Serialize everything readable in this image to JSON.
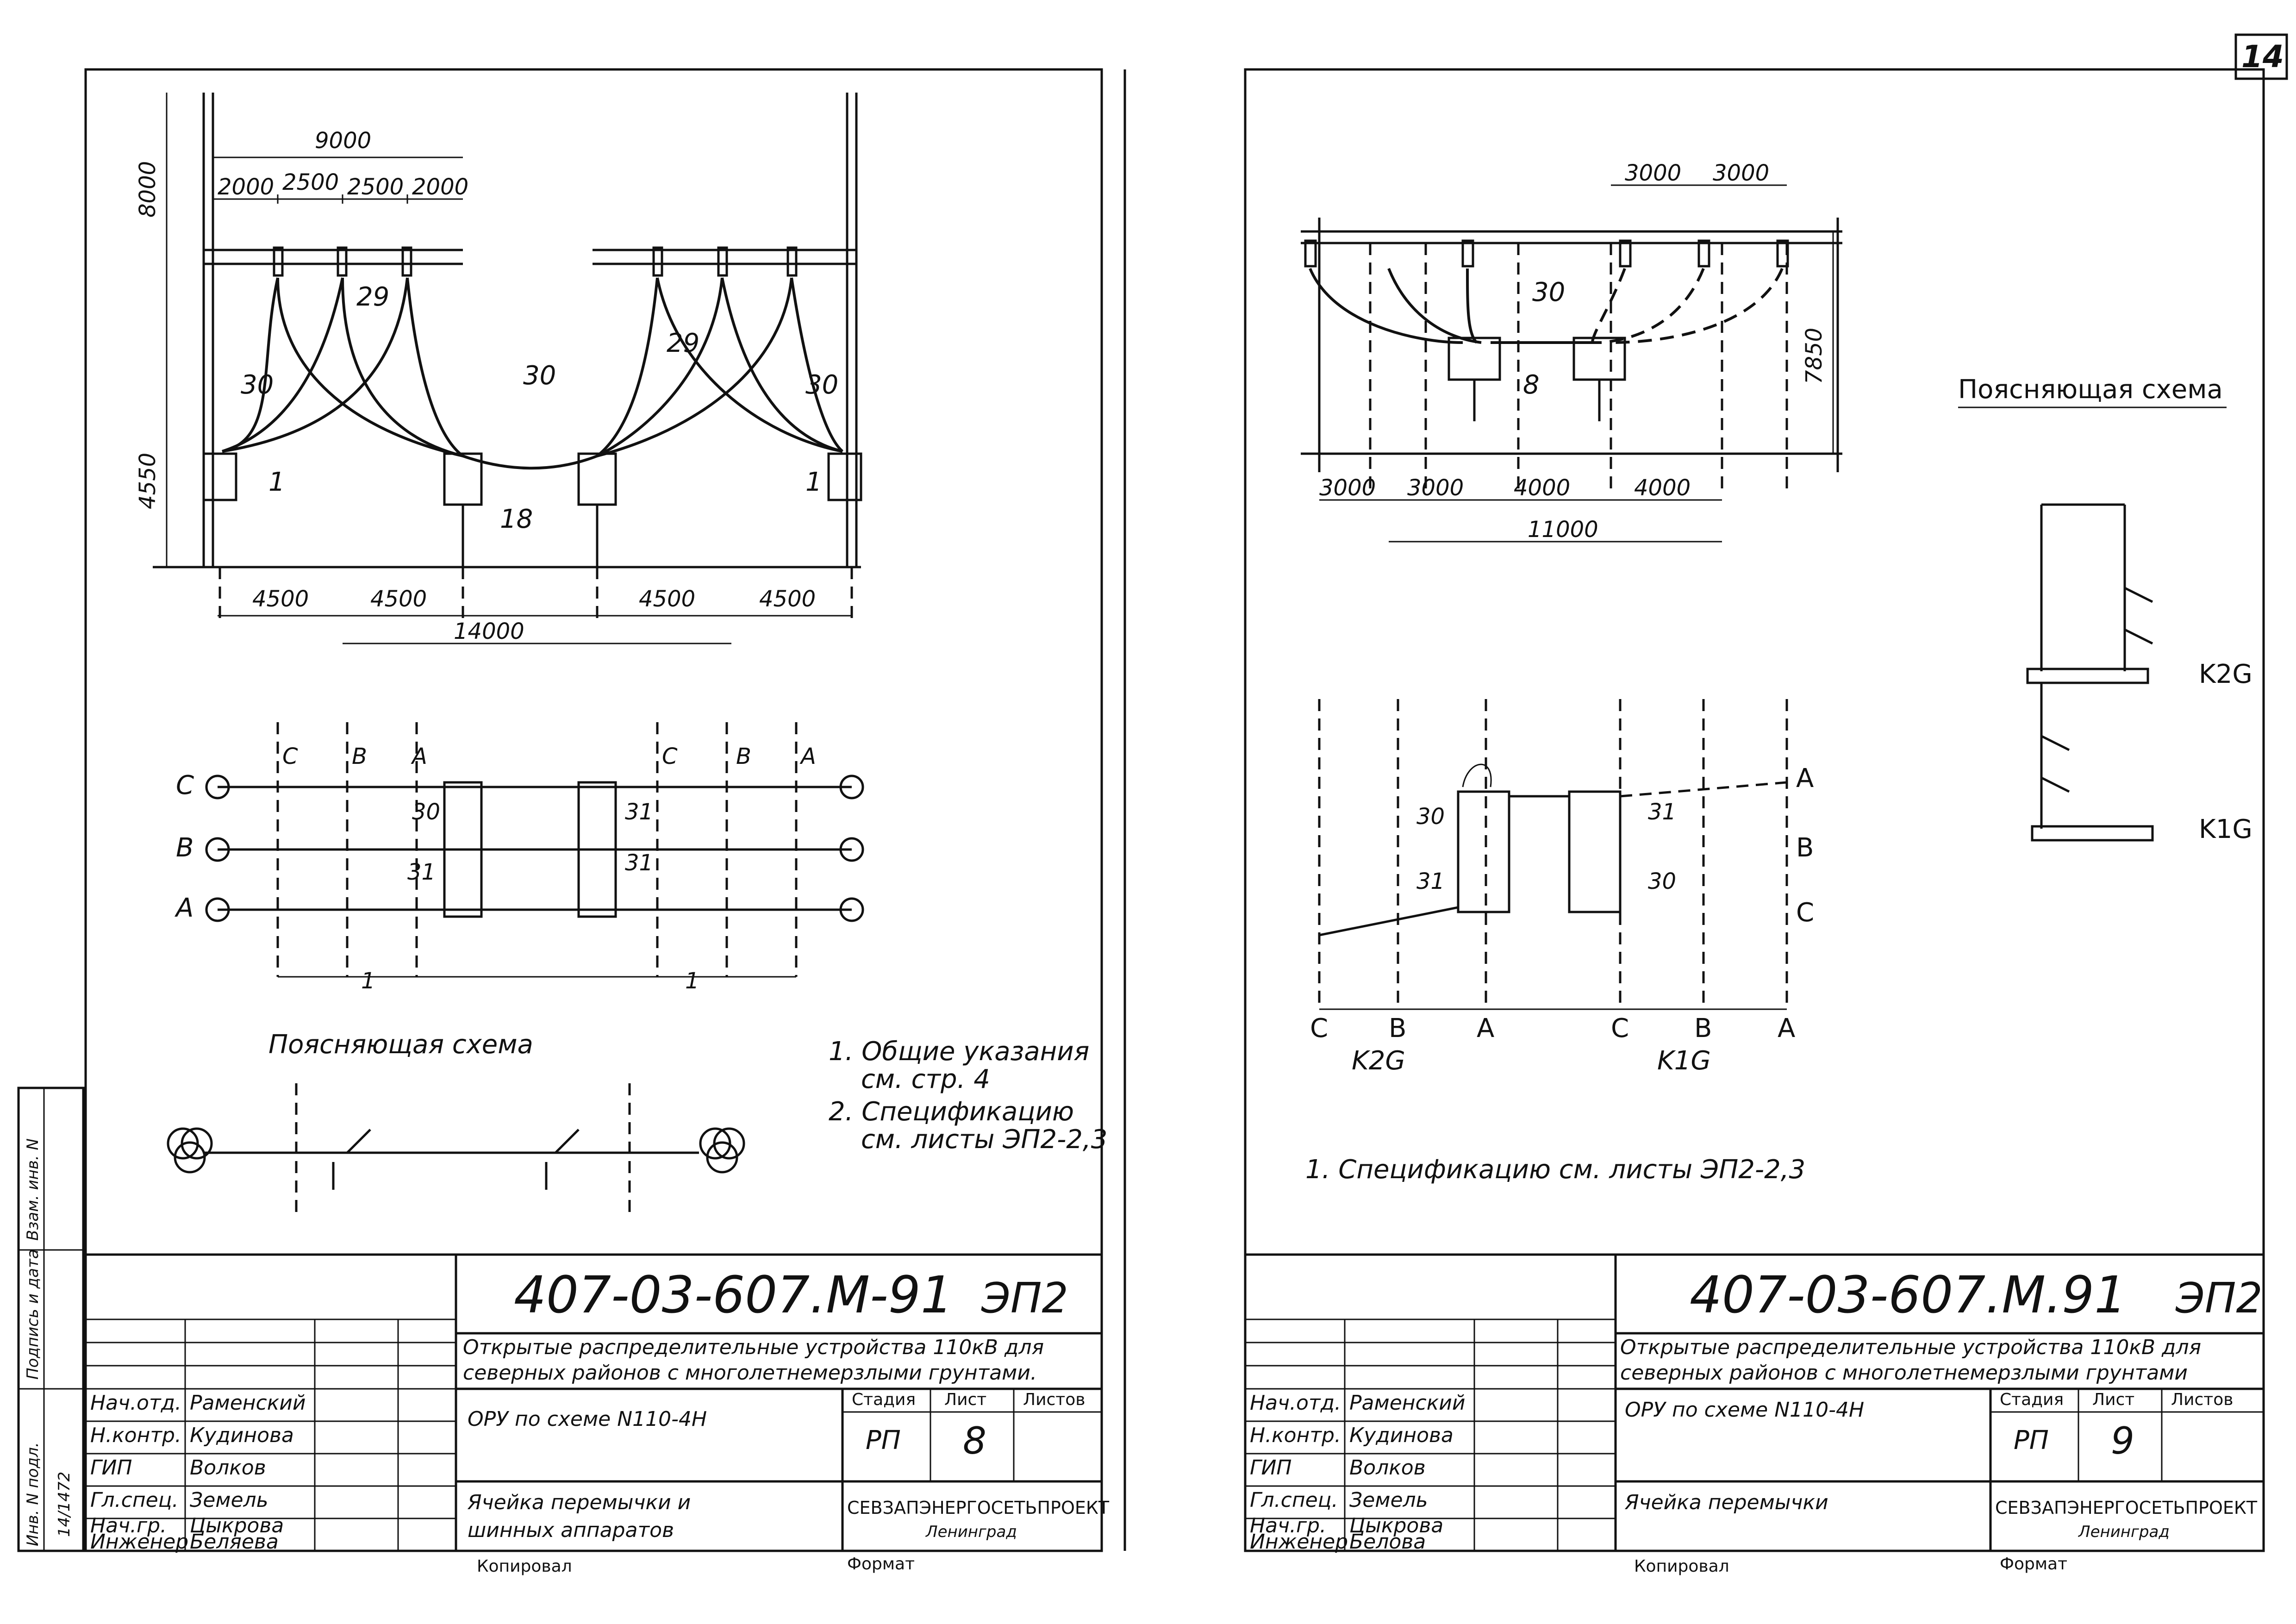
{
  "sheet_number": "14",
  "left": {
    "top_dims": {
      "total": "9000",
      "spans": [
        "2000",
        "2500",
        "2500",
        "2000"
      ],
      "height_top": "8000",
      "height_left": "4550"
    },
    "bottom_dims": {
      "spans": [
        "4500",
        "4500",
        "4500",
        "4500"
      ],
      "total": "14000"
    },
    "labels": {
      "n30a": "30",
      "n30b": "30",
      "n30c": "30",
      "n29a": "29",
      "n29b": "29",
      "n1a": "1",
      "n1b": "1",
      "n18": "18",
      "n31a": "31",
      "n31b": "31",
      "n31c": "31",
      "n30d": "30"
    },
    "phases": {
      "c": "C",
      "b": "B",
      "a": "A",
      "top_c1": "C",
      "top_b1": "B",
      "top_a1": "A",
      "top_c2": "C",
      "top_b2": "B",
      "top_a2": "A",
      "bot1": "1",
      "bot2": "1"
    },
    "schema_title": "Поясняющая схема",
    "notes": [
      "1. Общие указания",
      "см. стр. 4",
      "2. Спецификацию",
      "см. листы ЭП2-2,3"
    ]
  },
  "right": {
    "top_dims": {
      "spans_top": [
        "3000",
        "3000"
      ],
      "height": "7850",
      "spans_bottom": [
        "3000",
        "3000",
        "4000",
        "4000"
      ],
      "total": "11000"
    },
    "labels": {
      "n30": "30",
      "n8": "8",
      "n30b": "30",
      "n31a": "31",
      "n31b": "31",
      "n30c": "30"
    },
    "phases_right": [
      "A",
      "B",
      "C"
    ],
    "phases_bottom": [
      "C",
      "B",
      "A",
      "C",
      "B",
      "A"
    ],
    "cell_labels": [
      "K2G",
      "K1G"
    ],
    "schema_title": "Поясняющая схема",
    "schema_labels": [
      "K2G",
      "K1G"
    ],
    "note": "1. Спецификацию см. листы ЭП2-2,3"
  },
  "titleblocks": [
    {
      "code": "407-03-607.М-91",
      "doc": "ЭП2",
      "desc1": "Открытые распределительные устройства 110кВ для",
      "desc2": "северных районов с многолетнемерзлыми грунтами.",
      "desc3": "ОРУ по схеме N110-4Н",
      "subject1": "Ячейка перемычки и",
      "subject2": "шинных аппаратов",
      "stage_h": "Стадия",
      "sheet_h": "Лист",
      "sheets_h": "Листов",
      "stage": "РП",
      "sheet": "8",
      "org": "СЕВЗАПЭНЕРГОСЕТЬПРОЕКТ",
      "city": "Ленинград",
      "roles": [
        "Нач.отд.",
        "Н.контр.",
        "ГИП",
        "Гл.спец.",
        "Нач.гр.",
        "Инженер"
      ],
      "names": [
        "Раменский",
        "Кудинова",
        "Волков",
        "Земель",
        "Цыкрова",
        "Беляева"
      ],
      "copied": "Копировал",
      "format": "Формат"
    },
    {
      "code": "407-03-607.М.91",
      "doc": "ЭП2",
      "desc1": "Открытые распределительные устройства 110кВ для",
      "desc2": "северных районов с многолетнемерзлыми грунтами",
      "desc3": "ОРУ по схеме N110-4Н",
      "subject1": "Ячейка перемычки",
      "subject2": "",
      "stage_h": "Стадия",
      "sheet_h": "Лист",
      "sheets_h": "Листов",
      "stage": "РП",
      "sheet": "9",
      "org": "СЕВЗАПЭНЕРГОСЕТЬПРОЕКТ",
      "city": "Ленинград",
      "roles": [
        "Нач.отд.",
        "Н.контр.",
        "ГИП",
        "Гл.спец.",
        "Нач.гр.",
        "Инженер"
      ],
      "names": [
        "Раменский",
        "Кудинова",
        "Волков",
        "Земель",
        "Цыкрова",
        "Белова"
      ],
      "copied": "Копировал",
      "format": "Формат"
    }
  ],
  "side_stamp": [
    "Взам. инв. N",
    "Подпись и дата",
    "Инв. N подл.",
    "14/1472"
  ]
}
